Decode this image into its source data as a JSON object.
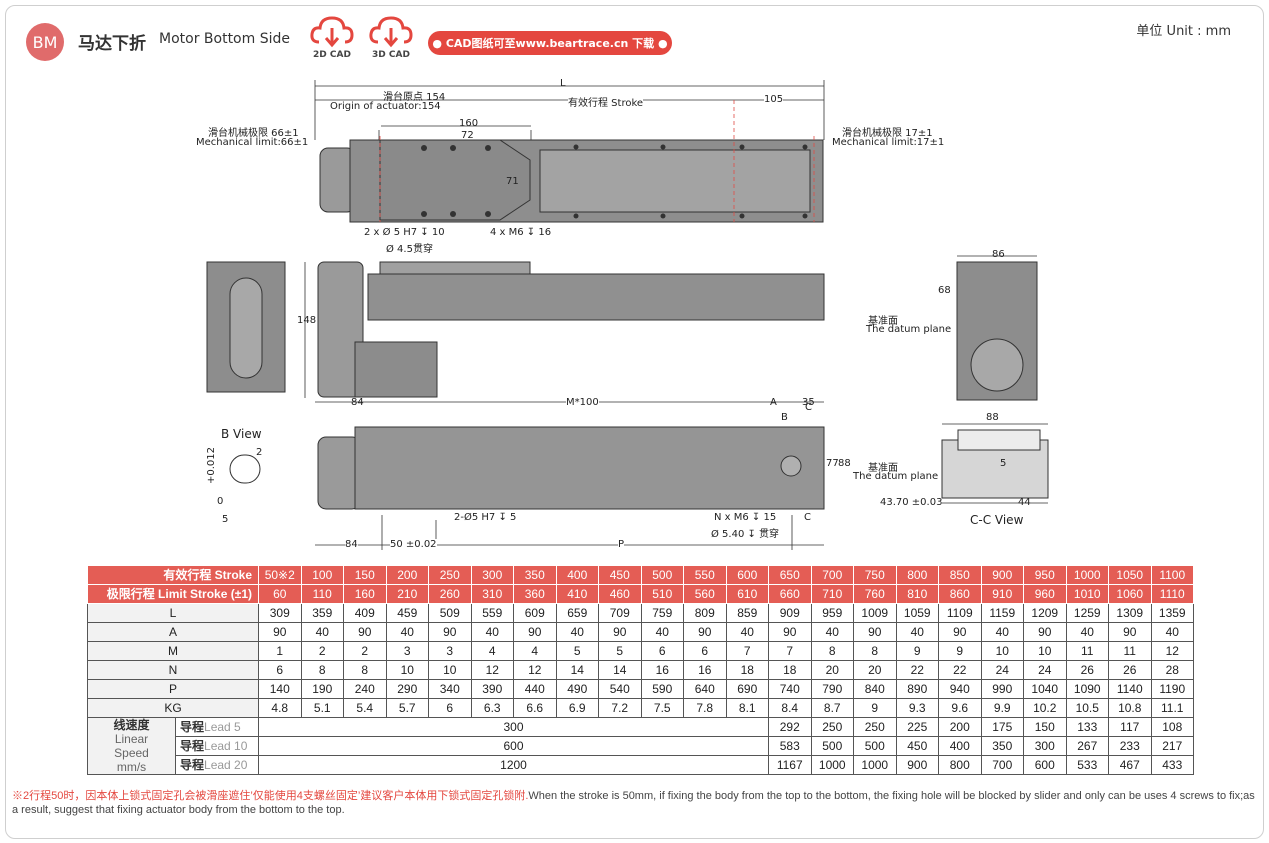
{
  "header": {
    "badge": "BM",
    "title_cn": "马达下折",
    "title_en": "Motor Bottom Side",
    "cad2d": "2D CAD",
    "cad3d": "3D CAD",
    "download": "● CAD图纸可至www.beartrace.cn 下载 ●",
    "unit": "单位 Unit : mm"
  },
  "drawing": {
    "L": "L",
    "origin_cn": "滑台原点 154",
    "origin_en": "Origin of actuator:154",
    "stroke": "有效行程 Stroke",
    "d105": "105",
    "d160": "160",
    "d72": "72",
    "d71": "71",
    "mech_left_cn": "滑台机械极限 66±1",
    "mech_left_en": "Mechanical limit:66±1",
    "mech_right_cn": "滑台机械极限 17±1",
    "mech_right_en": "Mechanical limit:17±1",
    "hole1": "2 x Ø 5 H7 ↧ 10",
    "hole1b": "Ø 4.5贯穿",
    "hole2": "4 x M6 ↧ 16",
    "d148": "148",
    "d86": "86",
    "d68": "68",
    "datum_cn": "基准面",
    "datum_en": "The datum plane",
    "d84": "84",
    "m100": "M*100",
    "A": "A",
    "d35": "35",
    "B": "B",
    "C": "C",
    "d88": "88",
    "d77": "77",
    "d5": "5",
    "b_view": "B View",
    "d2": "2",
    "tol": "+0.012",
    "tol0": "0",
    "five": "5",
    "hole3": "2-Ø5 H7 ↧ 5",
    "hole4": "N x M6 ↧ 15",
    "hole4b": "Ø 5.40 ↧ 贯穿",
    "d84b": "84",
    "d50": "50 ±0.02",
    "P": "P",
    "d4370": "43.70 ±0.03",
    "d44": "44",
    "cc_view": "C-C View"
  },
  "table": {
    "stroke_label": "有效行程 Stroke",
    "stroke": [
      "50※2",
      "100",
      "150",
      "200",
      "250",
      "300",
      "350",
      "400",
      "450",
      "500",
      "550",
      "600",
      "650",
      "700",
      "750",
      "800",
      "850",
      "900",
      "950",
      "1000",
      "1050",
      "1100"
    ],
    "limit_label": "极限行程 Limit Stroke (±1)",
    "limit": [
      "60",
      "110",
      "160",
      "210",
      "260",
      "310",
      "360",
      "410",
      "460",
      "510",
      "560",
      "610",
      "660",
      "710",
      "760",
      "810",
      "860",
      "910",
      "960",
      "1010",
      "1060",
      "1110"
    ],
    "rows": [
      {
        "label": "L",
        "values": [
          "309",
          "359",
          "409",
          "459",
          "509",
          "559",
          "609",
          "659",
          "709",
          "759",
          "809",
          "859",
          "909",
          "959",
          "1009",
          "1059",
          "1109",
          "1159",
          "1209",
          "1259",
          "1309",
          "1359"
        ]
      },
      {
        "label": "A",
        "values": [
          "90",
          "40",
          "90",
          "40",
          "90",
          "40",
          "90",
          "40",
          "90",
          "40",
          "90",
          "40",
          "90",
          "40",
          "90",
          "40",
          "90",
          "40",
          "90",
          "40",
          "90",
          "40"
        ]
      },
      {
        "label": "M",
        "values": [
          "1",
          "2",
          "2",
          "3",
          "3",
          "4",
          "4",
          "5",
          "5",
          "6",
          "6",
          "7",
          "7",
          "8",
          "8",
          "9",
          "9",
          "10",
          "10",
          "11",
          "11",
          "12"
        ]
      },
      {
        "label": "N",
        "values": [
          "6",
          "8",
          "8",
          "10",
          "10",
          "12",
          "12",
          "14",
          "14",
          "16",
          "16",
          "18",
          "18",
          "20",
          "20",
          "22",
          "22",
          "24",
          "24",
          "26",
          "26",
          "28"
        ]
      },
      {
        "label": "P",
        "values": [
          "140",
          "190",
          "240",
          "290",
          "340",
          "390",
          "440",
          "490",
          "540",
          "590",
          "640",
          "690",
          "740",
          "790",
          "840",
          "890",
          "940",
          "990",
          "1040",
          "1090",
          "1140",
          "1190"
        ]
      },
      {
        "label": "KG",
        "values": [
          "4.8",
          "5.1",
          "5.4",
          "5.7",
          "6",
          "6.3",
          "6.6",
          "6.9",
          "7.2",
          "7.5",
          "7.8",
          "8.1",
          "8.4",
          "8.7",
          "9",
          "9.3",
          "9.6",
          "9.9",
          "10.2",
          "10.5",
          "10.8",
          "11.1"
        ]
      }
    ],
    "speed_cn": "线速度",
    "speed_en1": "Linear",
    "speed_en2": "Speed",
    "speed_unit": "mm/s",
    "lead_cn": "导程",
    "speeds": [
      {
        "lead": "Lead 5",
        "merged": "300",
        "values": [
          "292",
          "250",
          "250",
          "225",
          "200",
          "175",
          "150",
          "133",
          "117",
          "108"
        ]
      },
      {
        "lead": "Lead 10",
        "merged": "600",
        "values": [
          "583",
          "500",
          "500",
          "450",
          "400",
          "350",
          "300",
          "267",
          "233",
          "217"
        ]
      },
      {
        "lead": "Lead 20",
        "merged": "1200",
        "values": [
          "1167",
          "1000",
          "1000",
          "900",
          "800",
          "700",
          "600",
          "533",
          "467",
          "433"
        ]
      }
    ]
  },
  "note": {
    "cn": "※2行程50时，因本体上锁式固定孔会被滑座遮住’仅能使用4支螺丝固定’建议客户本体用下锁式固定孔锁附.",
    "en": "When the stroke is 50mm, if fixing the body from the top to the bottom, the fixing hole will be blocked by slider and only can be uses 4 screws to fix;as a result, suggest that fixing actuator body from the bottom to the top."
  }
}
